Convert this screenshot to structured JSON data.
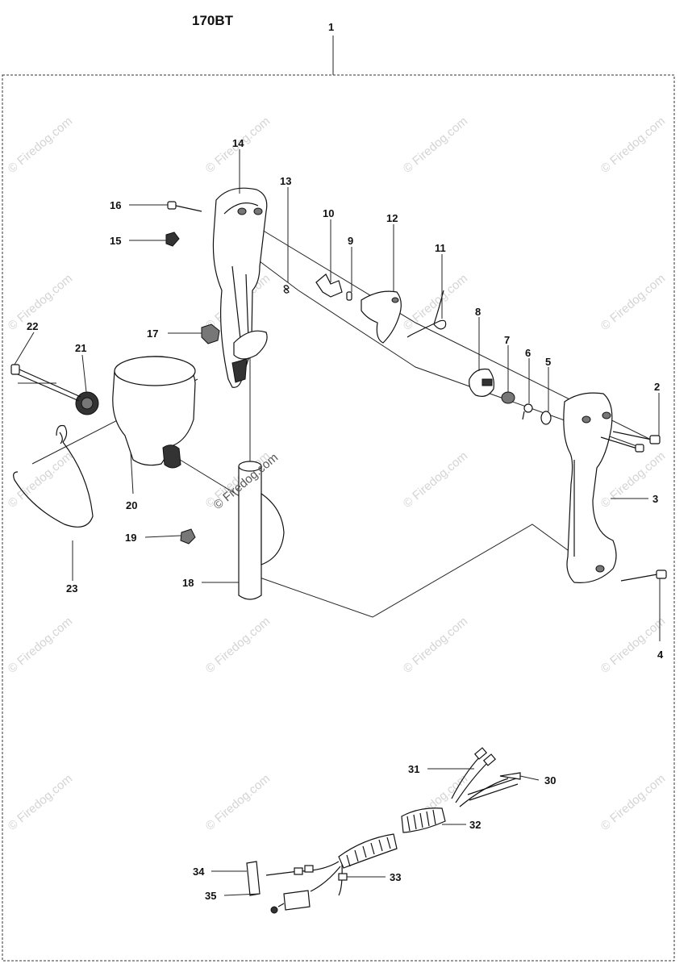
{
  "diagram": {
    "model": "170BT",
    "assembly_ref": "1",
    "watermark": "© Firedog.com",
    "callouts": [
      {
        "id": "c2",
        "label": "2"
      },
      {
        "id": "c3",
        "label": "3"
      },
      {
        "id": "c4",
        "label": "4"
      },
      {
        "id": "c5",
        "label": "5"
      },
      {
        "id": "c6",
        "label": "6"
      },
      {
        "id": "c7",
        "label": "7"
      },
      {
        "id": "c8",
        "label": "8"
      },
      {
        "id": "c9",
        "label": "9"
      },
      {
        "id": "c10",
        "label": "10"
      },
      {
        "id": "c11",
        "label": "11"
      },
      {
        "id": "c12",
        "label": "12"
      },
      {
        "id": "c13",
        "label": "13"
      },
      {
        "id": "c14",
        "label": "14"
      },
      {
        "id": "c15",
        "label": "15"
      },
      {
        "id": "c16",
        "label": "16"
      },
      {
        "id": "c17",
        "label": "17"
      },
      {
        "id": "c18",
        "label": "18"
      },
      {
        "id": "c19",
        "label": "19"
      },
      {
        "id": "c20",
        "label": "20"
      },
      {
        "id": "c21",
        "label": "21"
      },
      {
        "id": "c22",
        "label": "22"
      },
      {
        "id": "c23",
        "label": "23"
      },
      {
        "id": "c30",
        "label": "30"
      },
      {
        "id": "c31",
        "label": "31"
      },
      {
        "id": "c32",
        "label": "32"
      },
      {
        "id": "c33",
        "label": "33"
      },
      {
        "id": "c34",
        "label": "34"
      },
      {
        "id": "c35",
        "label": "35"
      }
    ]
  }
}
